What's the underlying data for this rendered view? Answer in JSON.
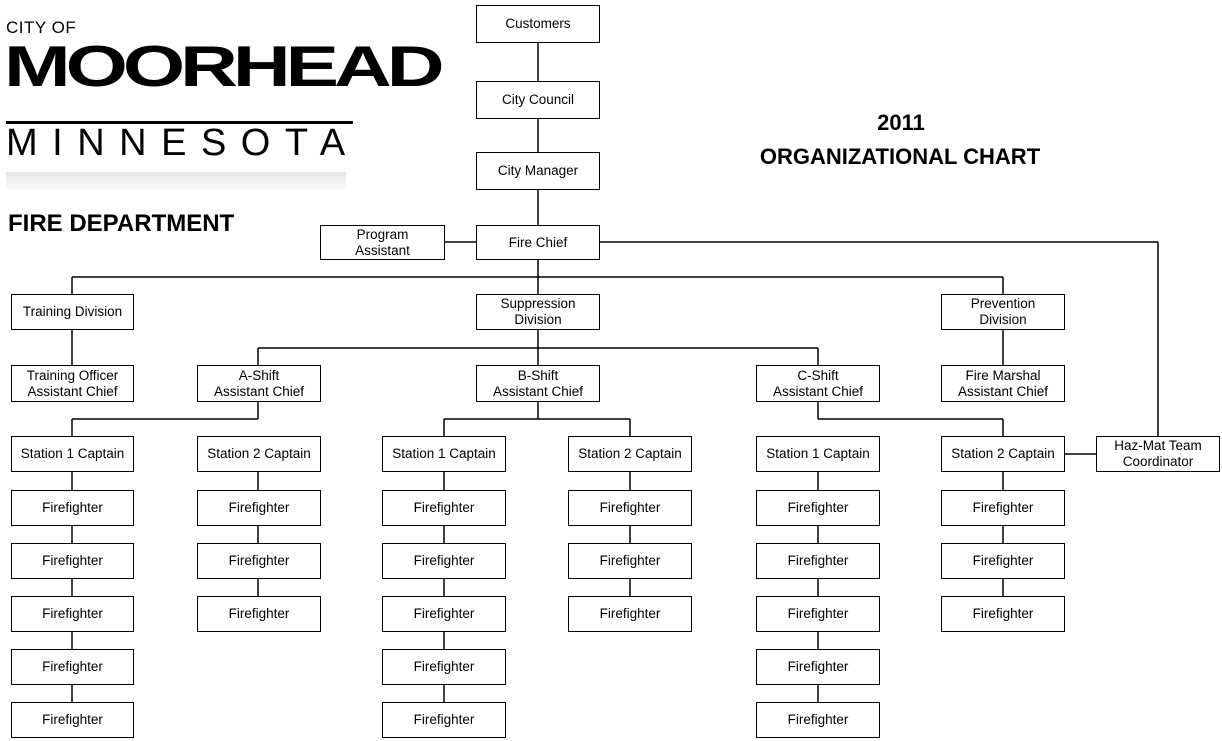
{
  "logo": {
    "city_of": "CITY OF",
    "city": "MOORHEAD",
    "state": "MINNESOTA"
  },
  "department": "FIRE DEPARTMENT",
  "title": {
    "year": "2011",
    "text": "ORGANIZATIONAL CHART"
  },
  "nodes": {
    "customers": "Customers",
    "city_council": "City Council",
    "city_manager": "City Manager",
    "fire_chief": "Fire Chief",
    "program_assistant": "Program\nAssistant",
    "training_division": "Training Division",
    "suppression_division": "Suppression\nDivision",
    "prevention_division": "Prevention\nDivision",
    "training_officer": "Training Officer\nAssistant Chief",
    "a_shift": "A-Shift\nAssistant Chief",
    "b_shift": "B-Shift\nAssistant Chief",
    "c_shift": "C-Shift\nAssistant Chief",
    "fire_marshal": "Fire Marshal\nAssistant Chief",
    "a_station_1": "Station 1 Captain",
    "a_station_2": "Station 2 Captain",
    "b_station_1": "Station 1 Captain",
    "b_station_2": "Station 2 Captain",
    "c_station_1": "Station 1 Captain",
    "c_station_2": "Station 2 Captain",
    "hazmat": "Haz-Mat Team\nCoordinator",
    "firefighter": "Firefighter"
  },
  "firefighter_counts": {
    "a_station_1": 5,
    "a_station_2": 3,
    "b_station_1": 5,
    "b_station_2": 3,
    "c_station_1": 5,
    "c_station_2": 3
  }
}
